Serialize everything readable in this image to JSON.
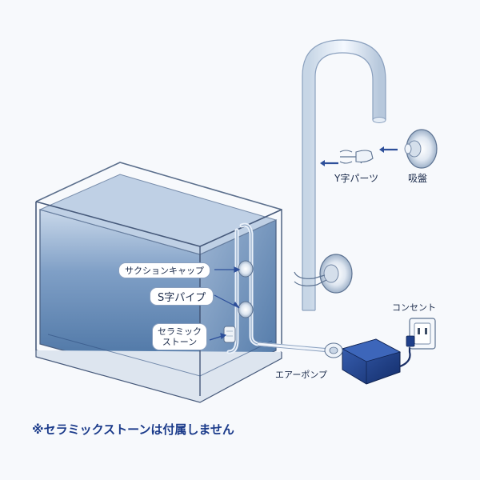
{
  "labels": {
    "y_part": "Y字パーツ",
    "suction_cup": "吸盤",
    "suction_cap": "サクションキャップ",
    "s_pipe": "S字パイプ",
    "ceramic_stone_line1": "セラミック",
    "ceramic_stone_line2": "ストーン",
    "outlet": "コンセント",
    "air_pump": "エアーポンプ"
  },
  "note": "※セラミックストーンは付属しません",
  "colors": {
    "background": "#f7f9fc",
    "water_top": "#c9d8ea",
    "water_bottom": "#3f6a9c",
    "pump": "#1f3f8a",
    "arrow": "#2d4f9a",
    "note_text": "#1a3a8a"
  }
}
